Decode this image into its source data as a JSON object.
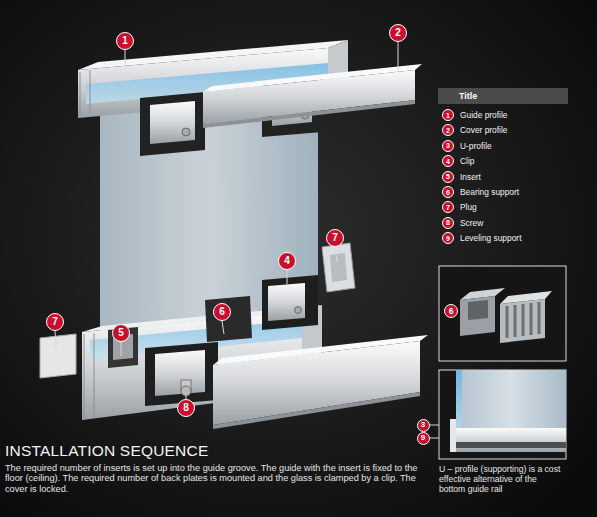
{
  "diagram": {
    "title": "INSTALLATION SEQUENCE",
    "nodes": [
      {
        "text": [
          "1"
        ]
      },
      {
        "text": [
          "2"
        ]
      },
      {
        "text": [
          "Title"
        ]
      },
      {
        "text": [
          "7"
        ]
      },
      {
        "text": [
          "4"
        ]
      },
      {
        "text": [
          "6"
        ]
      },
      {
        "text": [
          "6"
        ]
      },
      {
        "text": [
          "7"
        ]
      },
      {
        "text": [
          "5"
        ]
      },
      {
        "text": [
          "8"
        ]
      },
      {
        "text": [
          "3"
        ]
      },
      {
        "text": [
          "9"
        ]
      }
    ],
    "labels": [
      "1",
      "2",
      "3",
      "4",
      "5",
      "6",
      "7",
      "8",
      "9",
      "The required number of inserts is set up into the guide groove. The guide with the insert is fixed to the floor (ceiling). The required number of back plates is mounted and the glass is clamped by a clip. The cover is locked.",
      "U – profile (supporting) is a cost effective alternative of the bottom guide rail"
    ],
    "legend": [
      {
        "text": "Guide profile"
      },
      {
        "text": "Cover profile"
      },
      {
        "text": "U-profile"
      },
      {
        "text": "Clip"
      },
      {
        "text": "Insert"
      },
      {
        "text": "Bearing support"
      },
      {
        "text": "Plug"
      },
      {
        "text": "Screw"
      },
      {
        "text": "Leveling support"
      }
    ]
  }
}
